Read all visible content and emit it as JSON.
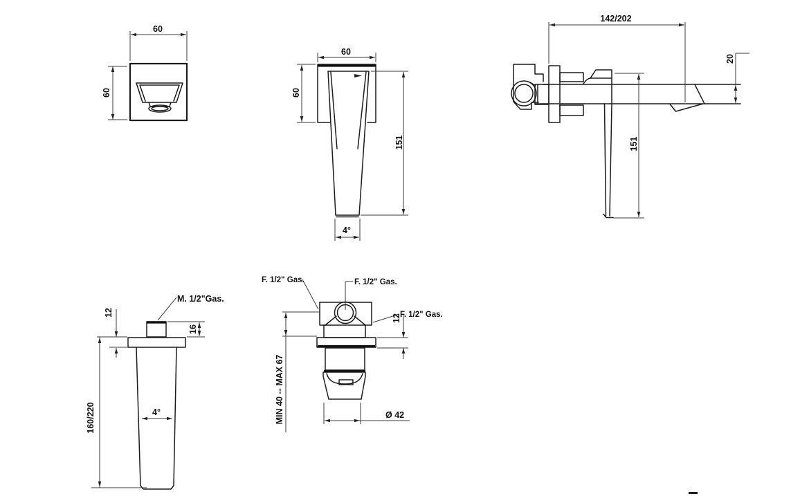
{
  "views": {
    "escutcheon_front": {
      "width_mm": "60",
      "height_mm": "60"
    },
    "handle_front": {
      "width_mm": "60",
      "height_mm": "60",
      "length_mm": "151",
      "taper_angle": "4°"
    },
    "side_assembly": {
      "reach_mm": "142/202",
      "spout_end_height_mm": "20",
      "handle_length_mm": "151"
    },
    "spout_body_side": {
      "thread_label": "M. 1/2\"Gas.",
      "flange_thickness_mm": "12",
      "nipple_height_mm": "16",
      "body_length_mm": "160/220",
      "taper_angle": "4°"
    },
    "valve_body_front": {
      "inlet_left_label": "F. 1/2\" Gas.",
      "inlet_top_label": "F. 1/2\" Gas.",
      "inlet_right_label": "F. 1/2\" Gas.",
      "flange_thickness_mm": "12",
      "installation_depth": "MIN 40 -- MAX 67",
      "cartridge_diameter": "Ø 42"
    }
  }
}
